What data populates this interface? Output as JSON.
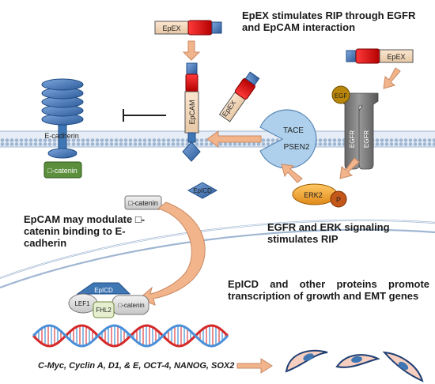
{
  "captions": {
    "top": "EpEX stimulates RIP through EGFR and EpCAM interaction",
    "middle_left": "EpCAM may modulate □-catenin binding to E-cadherin",
    "middle_right": "EGFR and ERK signaling stimulates RIP",
    "bottom_right": "EpICD and other proteins promote transcription of growth and EMT genes",
    "genes": "C-Myc, Cyclin A, D1, & E, OCT-4, NANOG, SOX2"
  },
  "labels": {
    "epex_top": "EpEX",
    "epex_right": "EpEX",
    "epex_tilted": "EpEX",
    "epcam": "EpCAM",
    "egf": "EGF",
    "egfr_1": "EGFR",
    "egfr_2": "EGFR",
    "tace": "TACE",
    "psen2": "PSEN2",
    "erk2": "ERK2",
    "phospho": "P",
    "ecadherin": "E-cadherin",
    "bcatenin_membrane": "□-catenin",
    "bcatenin_cytoplasm": "□-catenin",
    "epicd_cytoplasm": "EpICD",
    "epicd_nucleus": "EpICD",
    "lef1": "LEF1",
    "fhl2": "FHL2",
    "bcatenin_nucleus": "□-catenin"
  },
  "colors": {
    "arrow": "#f2b48a",
    "arrow_stroke": "#c98a64",
    "membrane": "#a7bcd4",
    "receptor_blue": "#3f77b4",
    "tace_blue": "#aed0ec",
    "egfr_gray": "#6b6b6b",
    "egf_gold": "#b8860b",
    "erk_orange": "#f3a43a",
    "beta_catenin_green": "#5b8f3c"
  }
}
